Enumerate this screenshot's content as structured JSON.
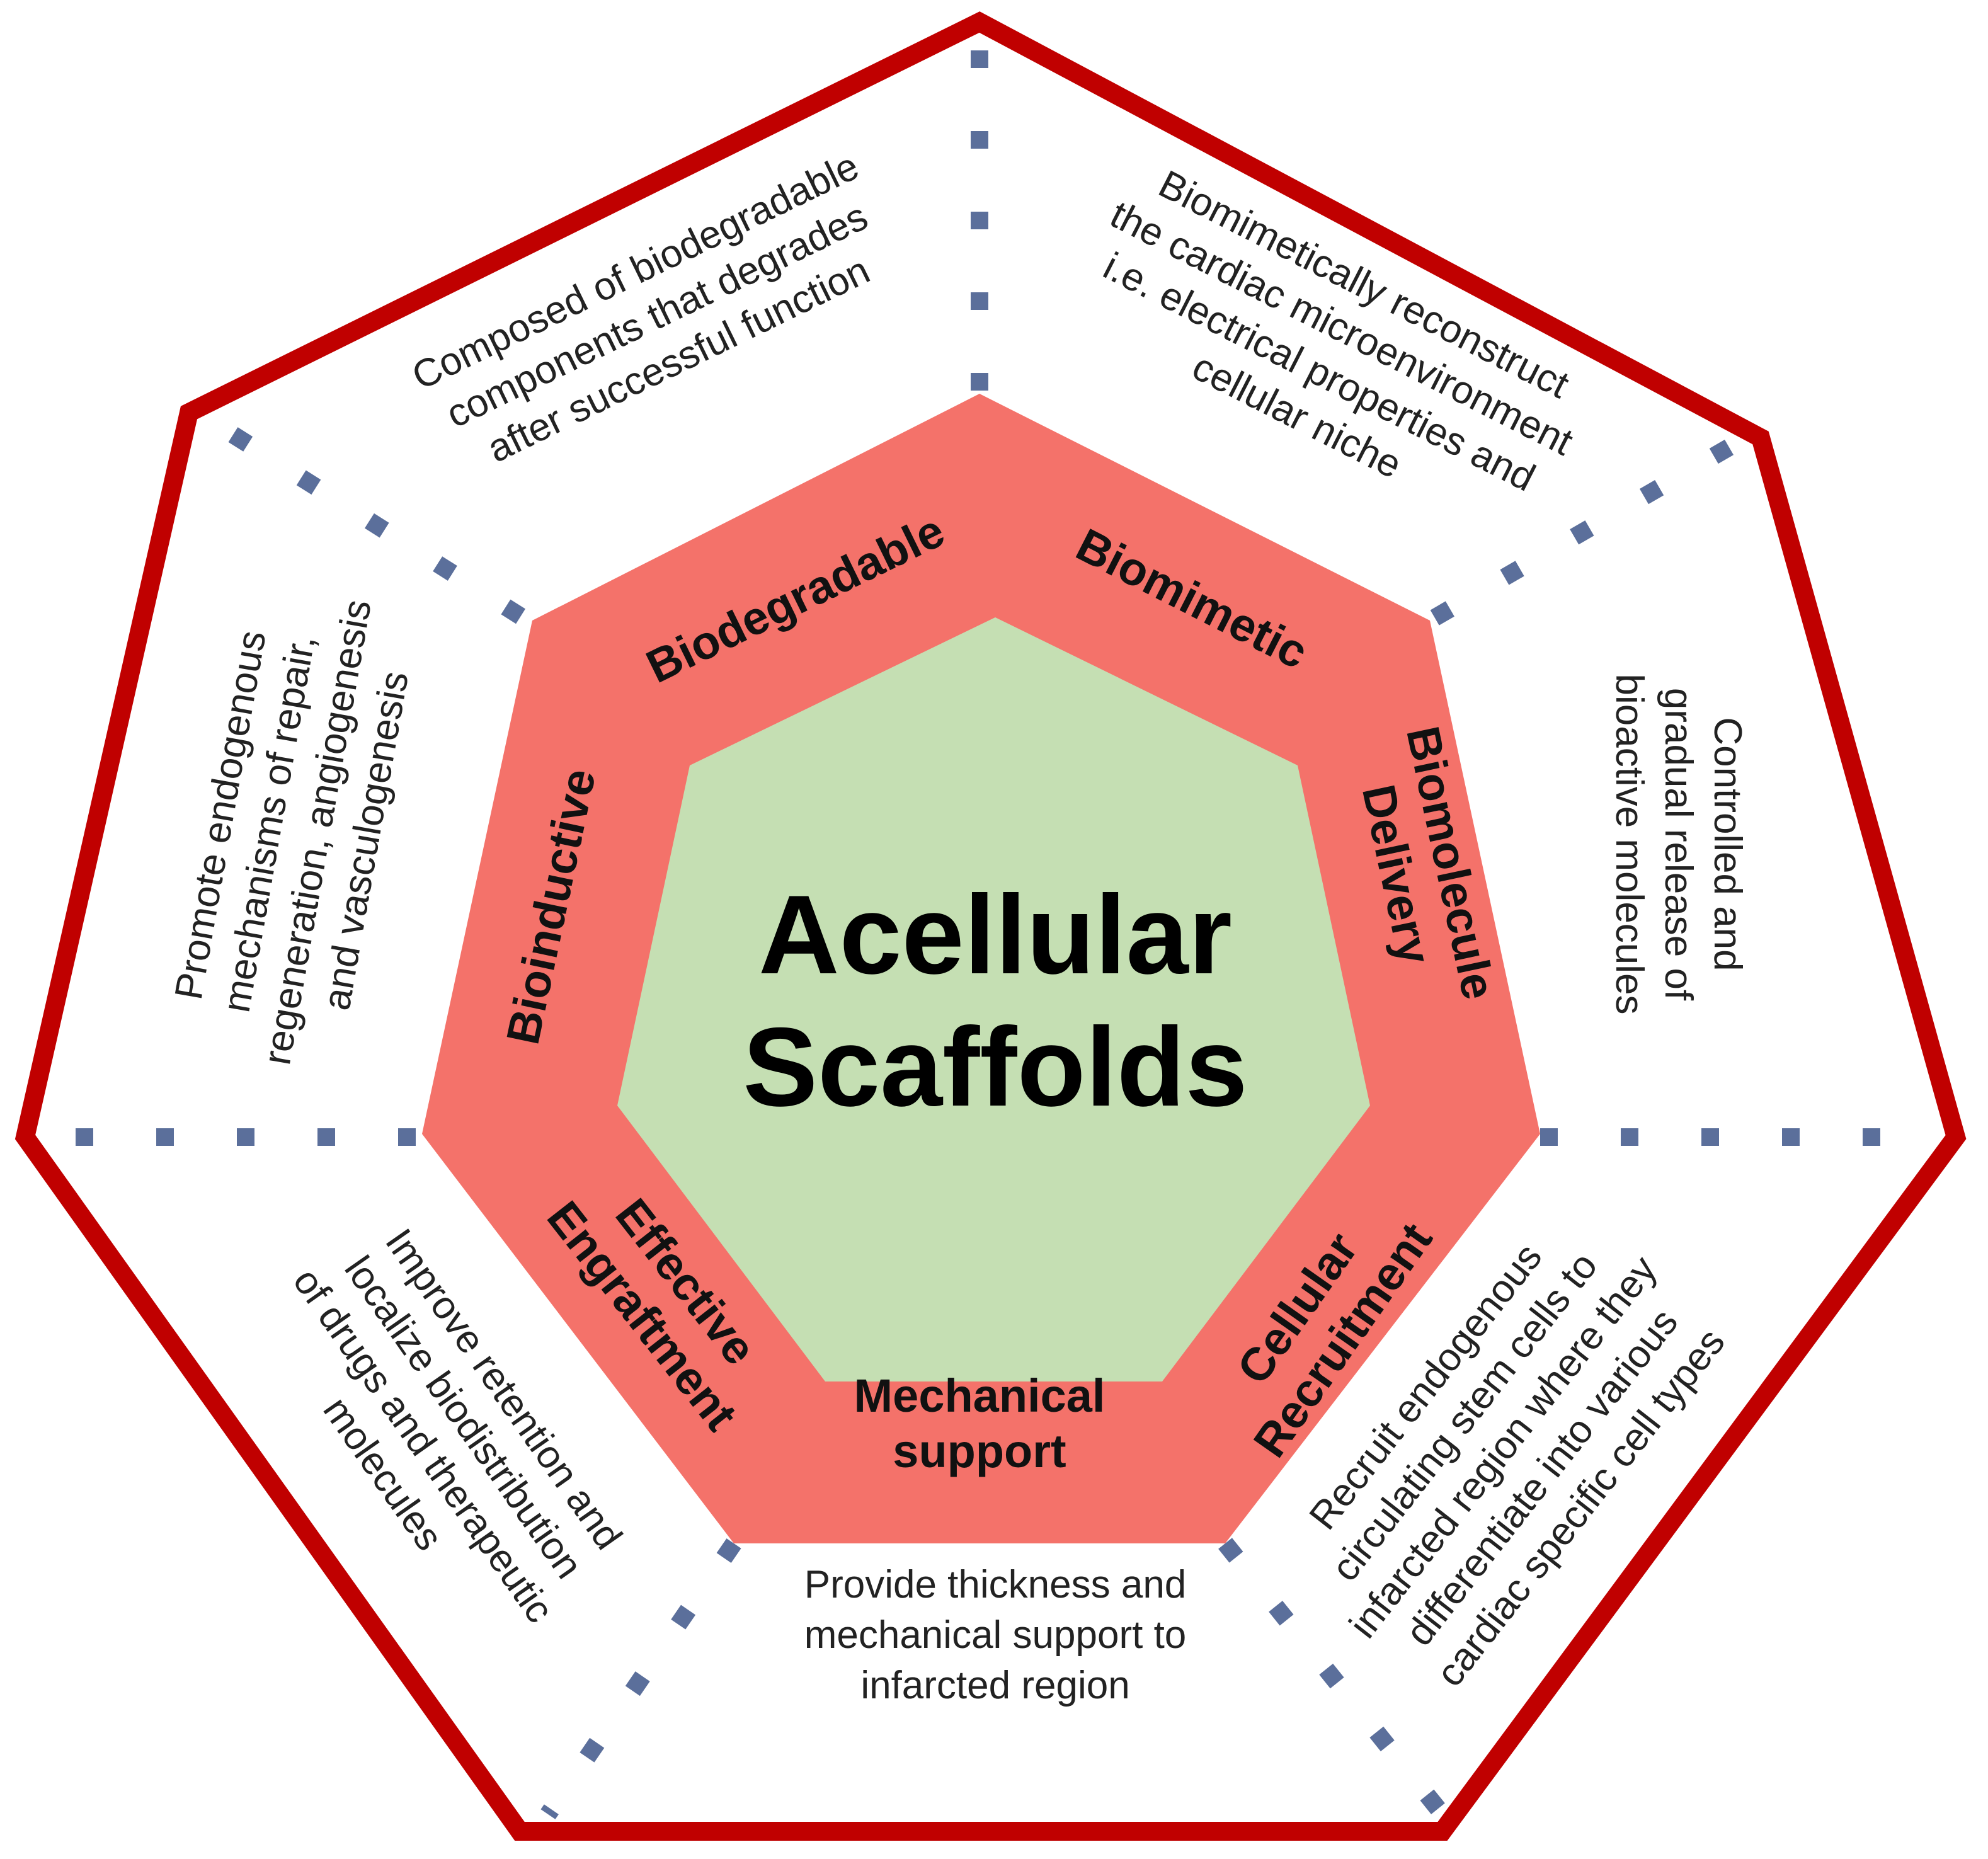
{
  "colors": {
    "outer_border": "#c00000",
    "ring_fill": "#f4726a",
    "core_fill": "#c5dfb3",
    "divider": "#5b6f9b"
  },
  "center": {
    "line1": "Acellular",
    "line2": "Scaffolds"
  },
  "properties": {
    "biodegradable": {
      "lines": [
        "Biodegradable"
      ]
    },
    "biomimetic": {
      "lines": [
        "Biomimetic"
      ]
    },
    "biomolecule_delivery": {
      "lines": [
        "Biomolecule",
        "Delivery"
      ]
    },
    "cellular_recruitment": {
      "lines": [
        "Cellular",
        "Recruitment"
      ]
    },
    "mechanical_support": {
      "lines": [
        "Mechanical",
        "support"
      ]
    },
    "effective_engraftment": {
      "lines": [
        "Effective",
        "Engraftment"
      ]
    },
    "bioinductive": {
      "lines": [
        "Bioinductive"
      ]
    }
  },
  "descriptions": {
    "biodegradable": {
      "lines": [
        "Composed of biodegradable",
        "components that degrades",
        "after successful function"
      ]
    },
    "biomimetic": {
      "lines": [
        "Biomimetically reconstruct",
        "the cardiac microenvironment",
        "i.e. electrical properties and",
        "cellular niche"
      ]
    },
    "biomolecule_delivery": {
      "lines": [
        "Controlled and",
        "gradual release of",
        "bioactive molecules"
      ]
    },
    "cellular_recruitment": {
      "lines": [
        "Recruit endogenous",
        "circulating stem cells to",
        "infarcted region where they",
        "differentiate into various",
        "cardiac specific cell types"
      ]
    },
    "mechanical_support": {
      "lines": [
        "Provide thickness and",
        "mechanical support to",
        "infarcted region"
      ]
    },
    "effective_engraftment": {
      "lines": [
        "Improve retention and",
        "localize biodistribution",
        "of drugs and therapeutic",
        "molecules"
      ]
    },
    "bioinductive": {
      "lines": [
        "Promote endogenous",
        "mechanisms of repair,",
        "regeneration, angiogenesis",
        "and vasculogenesis"
      ]
    }
  }
}
